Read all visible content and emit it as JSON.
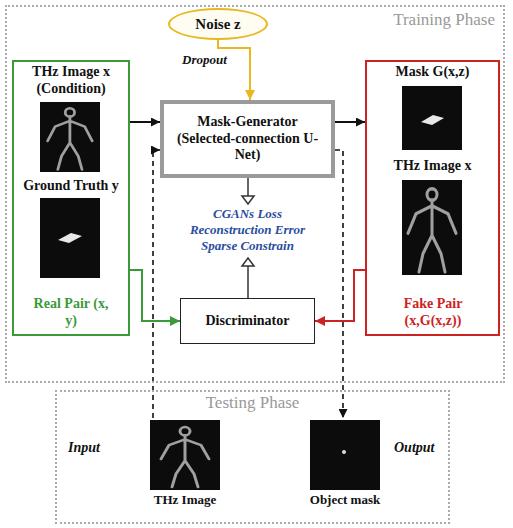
{
  "diagram": {
    "nodes": [
      {
        "text": [
          "Training Phase"
        ]
      },
      {
        "text": [
          "Noise z"
        ],
        "in": 0
      },
      {
        "text": [
          "THz Image x (Condition)",
          "Ground Truth y",
          "Real Pair (x, y)"
        ],
        "in": 0
      },
      {
        "text": [
          "Mask-Generator (Selected-connection U-Net)"
        ],
        "in": 0
      },
      {
        "text": [
          "Mask G(x,z)",
          "THz Image x",
          "Fake Pair (x,G(x,z))"
        ],
        "in": 0
      },
      {
        "text": [
          "Discriminator"
        ],
        "in": 0
      },
      {
        "text": [
          "Testing Phase"
        ]
      },
      {
        "text": [
          "THz Image"
        ],
        "in": 6
      },
      {
        "text": [
          "Object mask"
        ],
        "in": 6
      }
    ],
    "edges": [
      {
        "from": 1,
        "to": 3,
        "arrow": "to",
        "label": "Dropout"
      },
      {
        "from": 2,
        "to": 3,
        "arrow": "to"
      },
      {
        "from": 3,
        "to": 4,
        "arrow": "to"
      },
      {
        "from": 2,
        "to": 5,
        "arrow": "to"
      },
      {
        "from": 4,
        "to": 5,
        "arrow": "to"
      },
      {
        "from": 7,
        "to": 3,
        "arrow": "to"
      },
      {
        "from": 3,
        "to": 8,
        "arrow": "to"
      }
    ],
    "labels": [
      "CGANs Loss",
      "Reconstruction Error",
      "Sparse Constrain",
      "Input",
      "Output"
    ]
  }
}
